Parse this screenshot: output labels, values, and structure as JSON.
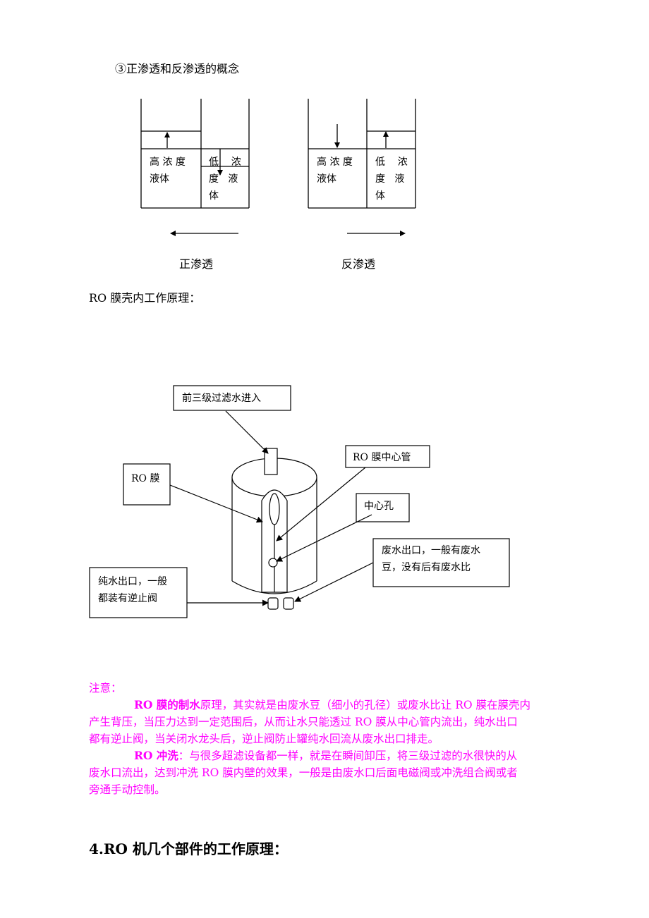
{
  "osmosis": {
    "heading": "③正渗透和反渗透的概念",
    "left": {
      "high": [
        "高 浓 度",
        "液体"
      ],
      "low": [
        "低    浓",
        "度   液",
        "体"
      ],
      "caption": "正渗透"
    },
    "right": {
      "high": [
        "高 浓 度",
        "液体"
      ],
      "low": [
        "低    浓",
        "度   液",
        "体"
      ],
      "caption": "反渗透"
    }
  },
  "ro_principle": {
    "heading": "RO 膜壳内工作原理：",
    "labels": {
      "inlet": "前三级过滤水进入",
      "center_tube": "RO 膜中心管",
      "membrane": "RO 膜",
      "center_hole": "中心孔",
      "waste_outlet": [
        "废水出口，一般有废水",
        "豆，没有后有废水比"
      ],
      "pure_outlet": [
        "纯水出口，一般",
        "都装有逆止阀"
      ]
    }
  },
  "note": {
    "title": "注意：",
    "p1_bold": "RO 膜的制水",
    "p1_lines": [
      "原理，其实就是由废水豆（细小的孔径）或废水比让 RO 膜在膜壳内",
      "产生背压，当压力达到一定范围后，从而让水只能透过 RO 膜从中心管内流出，纯水出口",
      "都有逆止阀，当关闭水龙头后，逆止阀防止罐纯水回流从废水出口排走。"
    ],
    "p2_bold": "RO 冲洗",
    "p2_lines": [
      "：与很多超滤设备都一样，就是在瞬间卸压，将三级过滤的水很快的从",
      "废水口流出，达到冲洗 RO 膜内壁的效果，一般是由废水口后面电磁阀或冲洗组合阀或者",
      "旁通手动控制。"
    ],
    "color": "#ff00ff"
  },
  "section4": {
    "heading": "4.RO 机几个部件的工作原理："
  }
}
